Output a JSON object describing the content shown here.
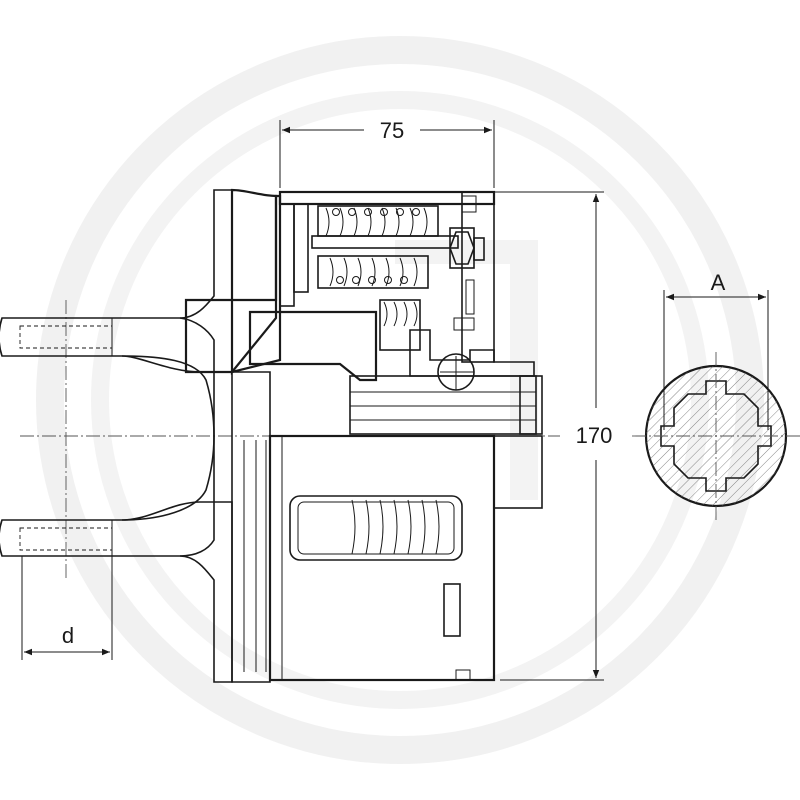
{
  "drawing": {
    "dimensions": {
      "width_top": "75",
      "height_right": "170",
      "spline_width": "A",
      "fork_bore": "d"
    },
    "colors": {
      "line": "#1a1a1a",
      "hatch": "#6b6b6b",
      "watermark": "#f1f1f1",
      "background": "#ffffff"
    },
    "watermark_icon": "g-logo-watermark"
  }
}
